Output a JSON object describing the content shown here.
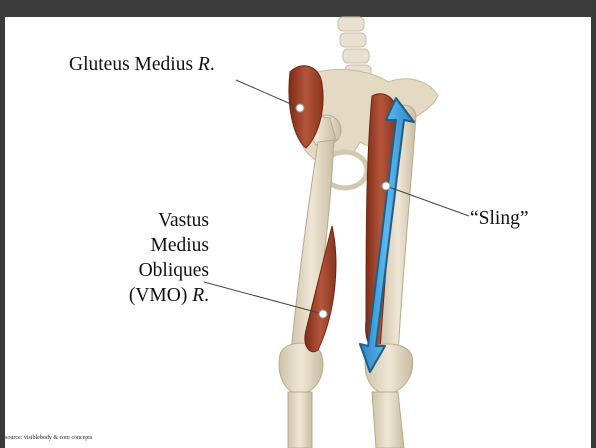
{
  "labels": {
    "gluteus_name": "Gluteus Medius",
    "gluteus_side": "R",
    "vmo_line1": "Vastus",
    "vmo_line2": "Medius",
    "vmo_line3": "Obliques",
    "vmo_line4_prefix": "(VMO)",
    "vmo_side": "R",
    "sling": "“Sling”"
  },
  "source": "source: visiblebody & core concepts",
  "colors": {
    "frame": "#3b3b3b",
    "background": "#ffffff",
    "muscle": "#a9452a",
    "bone": "#e6dcc7",
    "arrow": "#3d9cd6",
    "arrow_outline": "#1d5f88"
  }
}
